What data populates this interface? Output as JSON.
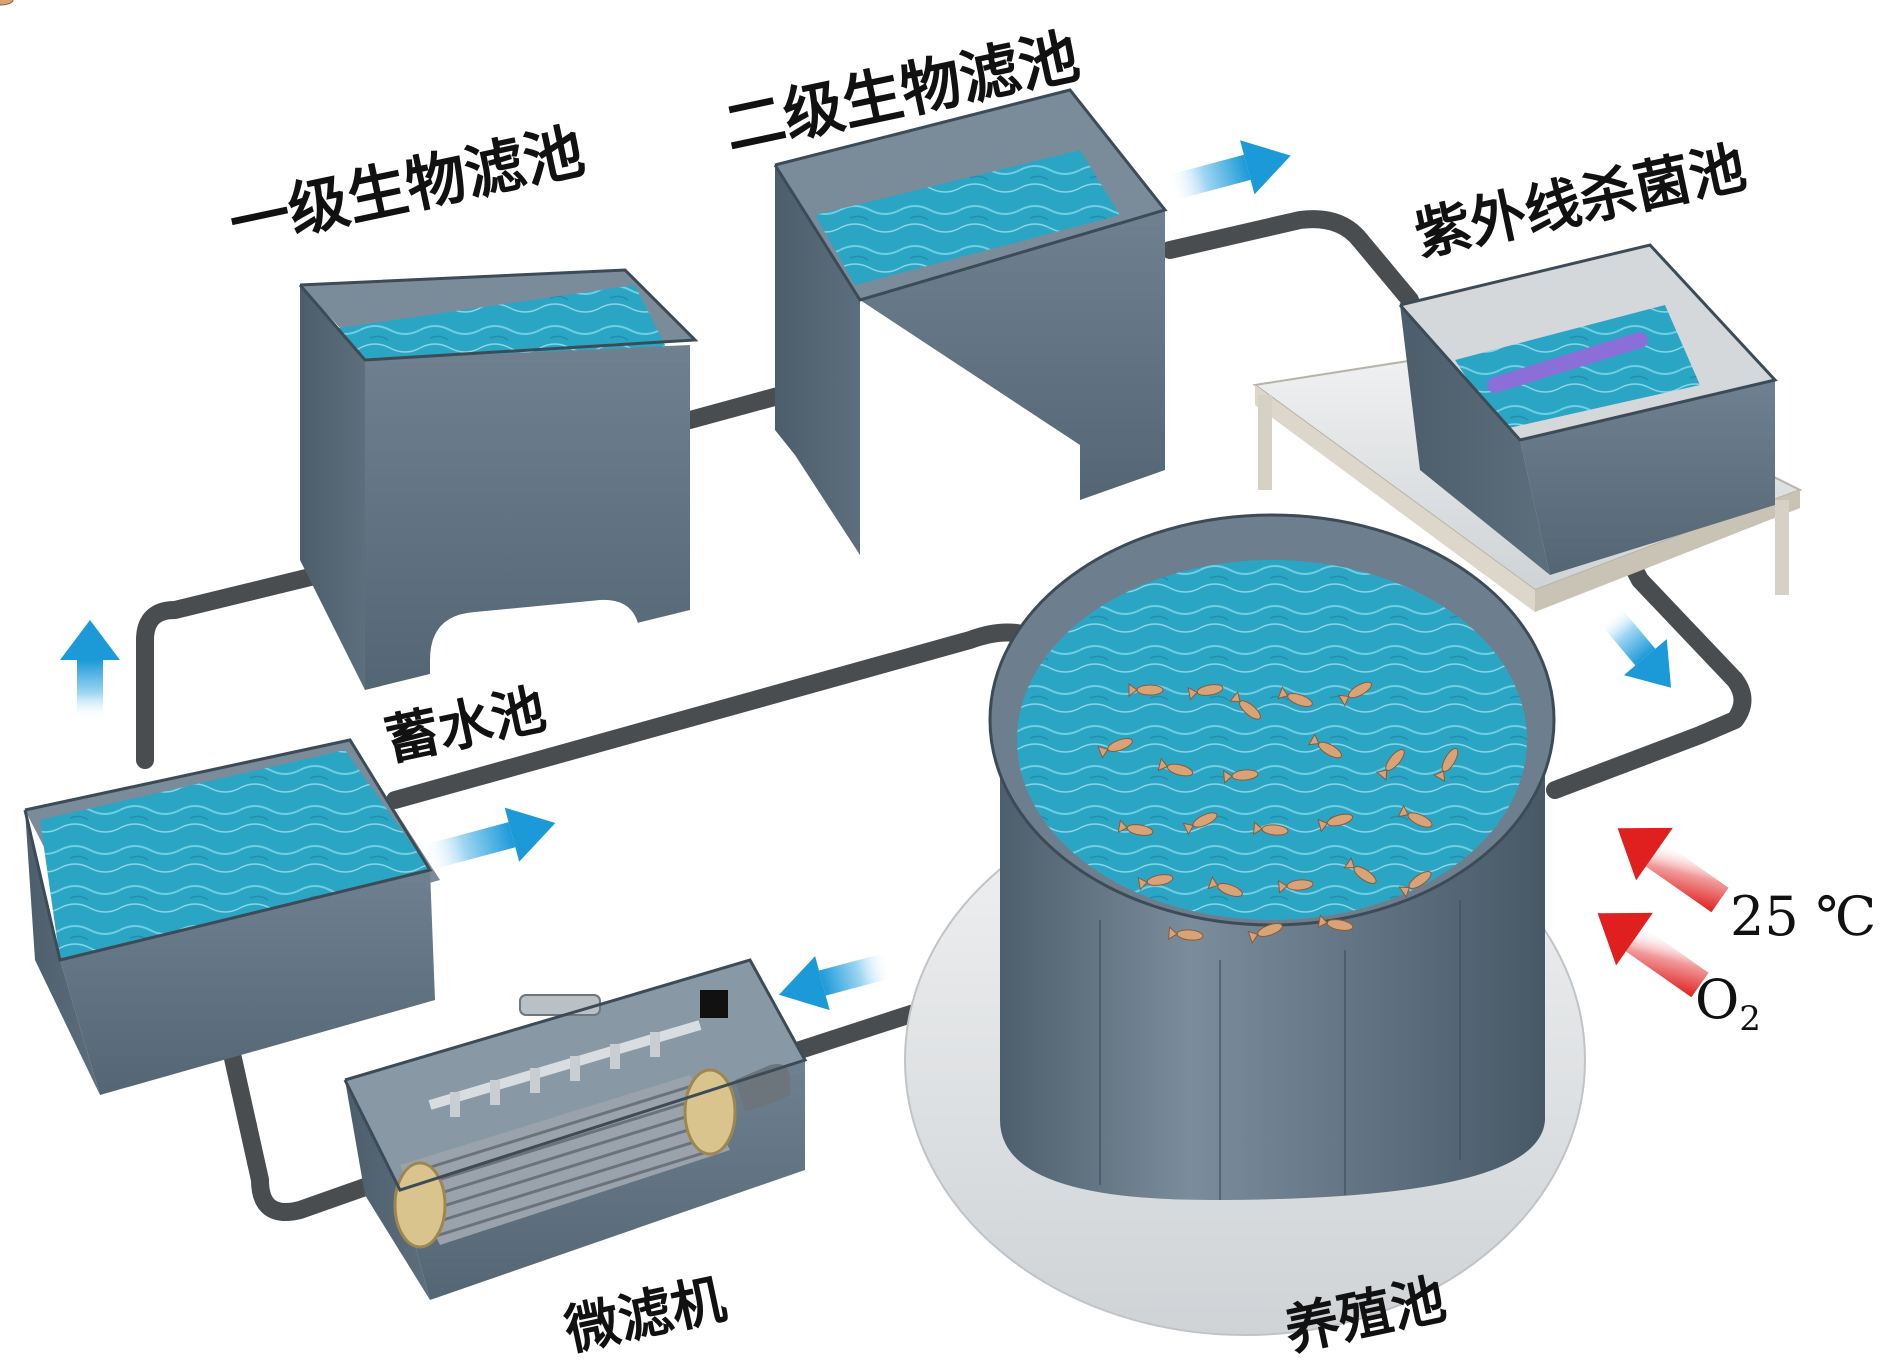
{
  "labels": {
    "filter1": "一级生物滤池",
    "filter2": "二级生物滤池",
    "uv": "紫外线杀菌池",
    "reservoir": "蓄水池",
    "microfilter": "微滤机",
    "culture": "养殖池"
  },
  "inputs": {
    "temperature": "25 ℃",
    "oxygen_base": "O",
    "oxygen_sub": "2"
  },
  "colors": {
    "water": "#2aa6c4",
    "tank": "#5f7180",
    "pipe": "#4a4d50",
    "flow_arrow": "#29a3de",
    "input_arrow": "#e02828"
  }
}
